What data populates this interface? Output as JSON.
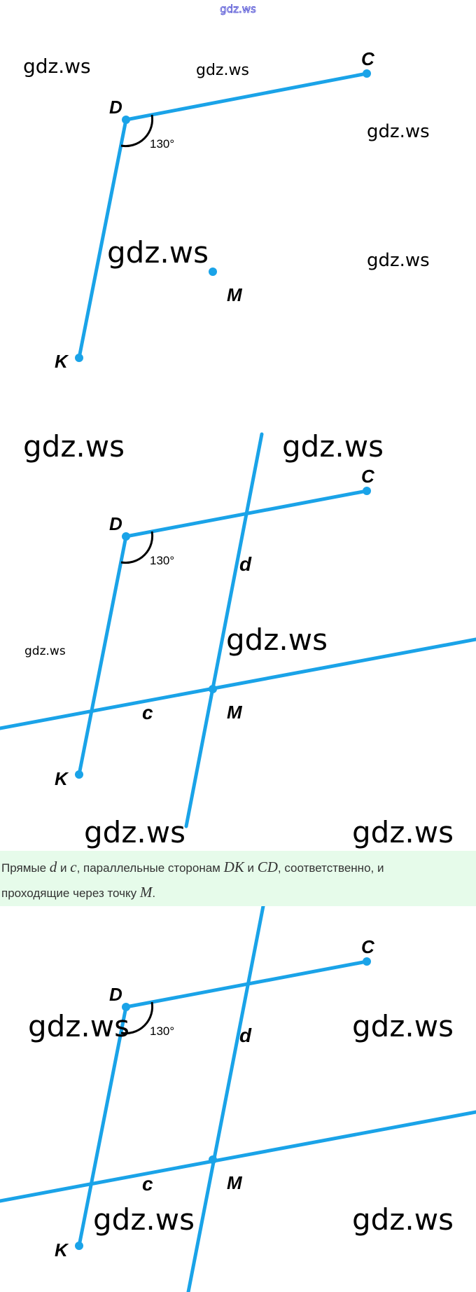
{
  "header_watermark": "gdz.ws",
  "watermark": "gdz.ws",
  "points": {
    "D": "D",
    "C": "C",
    "K": "K",
    "M": "M"
  },
  "angle_label": "130°",
  "line_labels": {
    "d": "d",
    "c": "c"
  },
  "note": {
    "t1": "Прямые ",
    "d": "d",
    "t2": " и ",
    "c": "c",
    "t3": ", параллельные сторонам ",
    "DK": "DK",
    "t4": " и ",
    "CD": "CD",
    "t5": ", соответственно, и",
    "t6": "проходящие через точку ",
    "M": "M",
    "t7": "."
  },
  "colors": {
    "line": "#1aa3e8",
    "note_bg": "#e6fbea",
    "header": "#3333cc"
  }
}
